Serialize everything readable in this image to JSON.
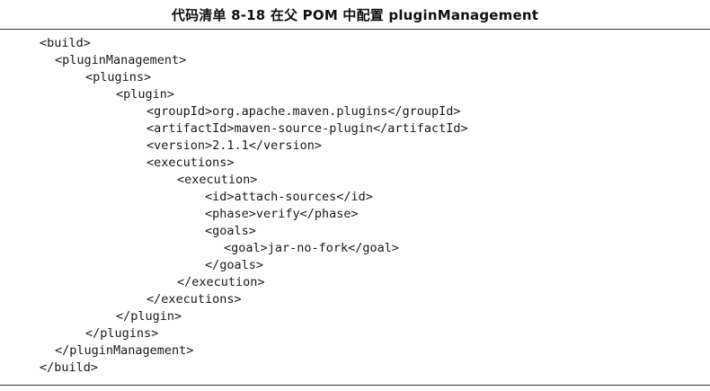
{
  "caption": "代码清单 8-18 在父 POM 中配置 pluginManagement",
  "code_lines": [
    {
      "indent": 0,
      "text": "<build>"
    },
    {
      "indent": 1,
      "text": "<pluginManagement>"
    },
    {
      "indent": 2,
      "text": "<plugins>"
    },
    {
      "indent": 3,
      "text": "<plugin>"
    },
    {
      "indent": 4,
      "text": "<groupId>org.apache.maven.plugins</groupId>"
    },
    {
      "indent": 4,
      "text": "<artifactId>maven-source-plugin</artifactId>"
    },
    {
      "indent": 4,
      "text": "<version>2.1.1</version>"
    },
    {
      "indent": 4,
      "text": "<executions>"
    },
    {
      "indent": 5,
      "text": "<execution>"
    },
    {
      "indent": 6,
      "text": "<id>attach-sources</id>"
    },
    {
      "indent": 6,
      "text": "<phase>verify</phase>"
    },
    {
      "indent": 6,
      "text": "<goals>"
    },
    {
      "indent": 7,
      "text": "<goal>jar-no-fork</goal>"
    },
    {
      "indent": 6,
      "text": "</goals>"
    },
    {
      "indent": 5,
      "text": "</execution>"
    },
    {
      "indent": 4,
      "text": "</executions>"
    },
    {
      "indent": 3,
      "text": "</plugin>"
    },
    {
      "indent": 2,
      "text": "</plugins>"
    },
    {
      "indent": 1,
      "text": "</pluginManagement>"
    },
    {
      "indent": 0,
      "text": "</build>"
    }
  ]
}
